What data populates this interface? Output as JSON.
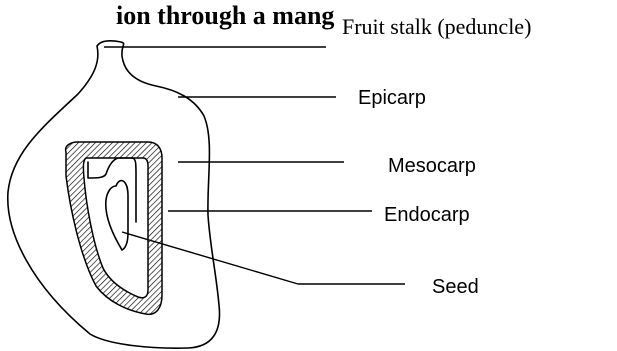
{
  "heading": "ion through a mang",
  "labels": {
    "peduncle": "Fruit stalk (peduncle)",
    "epicarp": "Epicarp",
    "mesocarp": "Mesocarp",
    "endocarp": "Endocarp",
    "seed": "Seed"
  },
  "colors": {
    "line": "#000000",
    "background": "#ffffff",
    "hatch": "#000000"
  }
}
